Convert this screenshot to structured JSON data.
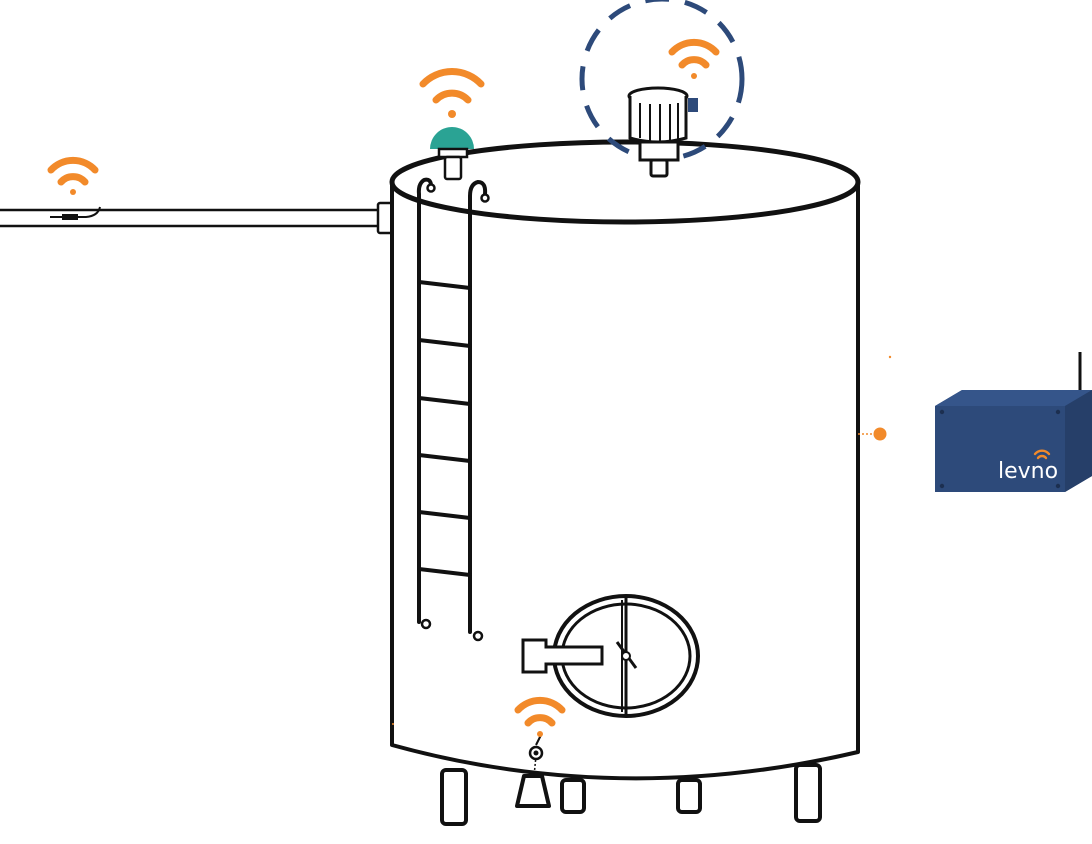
{
  "brand": {
    "logo_text": "levno",
    "box_color": "#2d4a7a",
    "accent_color": "#f28a2a",
    "sensor_color": "#2aa394",
    "outline_color": "#111111"
  },
  "icons": {
    "signal": "wifi-signal-icon",
    "gateway": "levno-gateway-box",
    "level_sensor": "level-sensor",
    "beacon": "dome-sensor",
    "pipe_sensor": "pipe-temperature-sensor",
    "outlet_sensor": "outlet-sensor"
  }
}
